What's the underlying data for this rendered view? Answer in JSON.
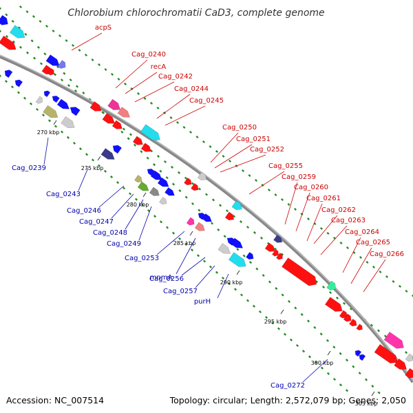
{
  "title": "Chlorobium chlorochromatii CaD3, complete genome",
  "footer": {
    "accession": "Accession: NC_007514",
    "summary": "Topology: circular; Length: 2,572,079 bp; Genes: 2,050"
  },
  "colors": {
    "backbone": "#999999",
    "forward_label": "#cc0000",
    "reverse_label": "#0000aa",
    "dots": "#228b22"
  },
  "ticks": [
    "270 kbp",
    "275 kbp",
    "280 kbp",
    "285 kbp",
    "290 kbp",
    "295 kbp",
    "300 kbp",
    "305 kbp"
  ],
  "forward_labels": [
    "acpS",
    "Cag_0240",
    "recA",
    "Cag_0242",
    "Cag_0244",
    "Cag_0245",
    "Cag_0250",
    "Cag_0251",
    "Cag_0252",
    "Cag_0255",
    "Cag_0259",
    "Cag_0260",
    "Cag_0261",
    "Cag_0262",
    "Cag_0263",
    "Cag_0264",
    "Cag_0265",
    "Cag_0266"
  ],
  "reverse_labels": [
    "Cag_0239",
    "Cag_0243",
    "Cag_0246",
    "Cag_0247",
    "Cag_0248",
    "Cag_0249",
    "Cag_0253",
    "mnmA",
    "Cag_0256",
    "Cag_0257",
    "purH",
    "Cag_0272"
  ]
}
